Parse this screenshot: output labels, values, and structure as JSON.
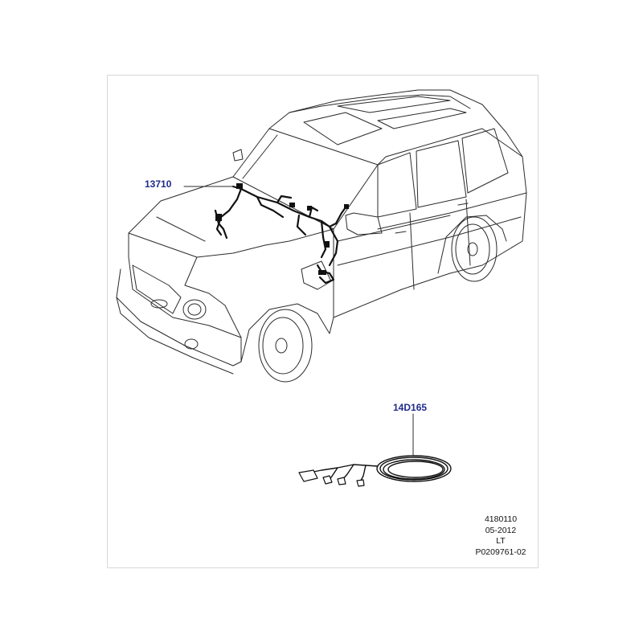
{
  "colors": {
    "line": "#2b2b2b",
    "harness": "#111111",
    "callout_text": "#1f2b8c",
    "frame": "#d8d8d8"
  },
  "callouts": {
    "harness_front": "13710",
    "harness_cable": "14D165"
  },
  "reference": {
    "line1": "4180110",
    "line2": "05-2012",
    "line3": "LT",
    "line4": "P0209761-02"
  }
}
